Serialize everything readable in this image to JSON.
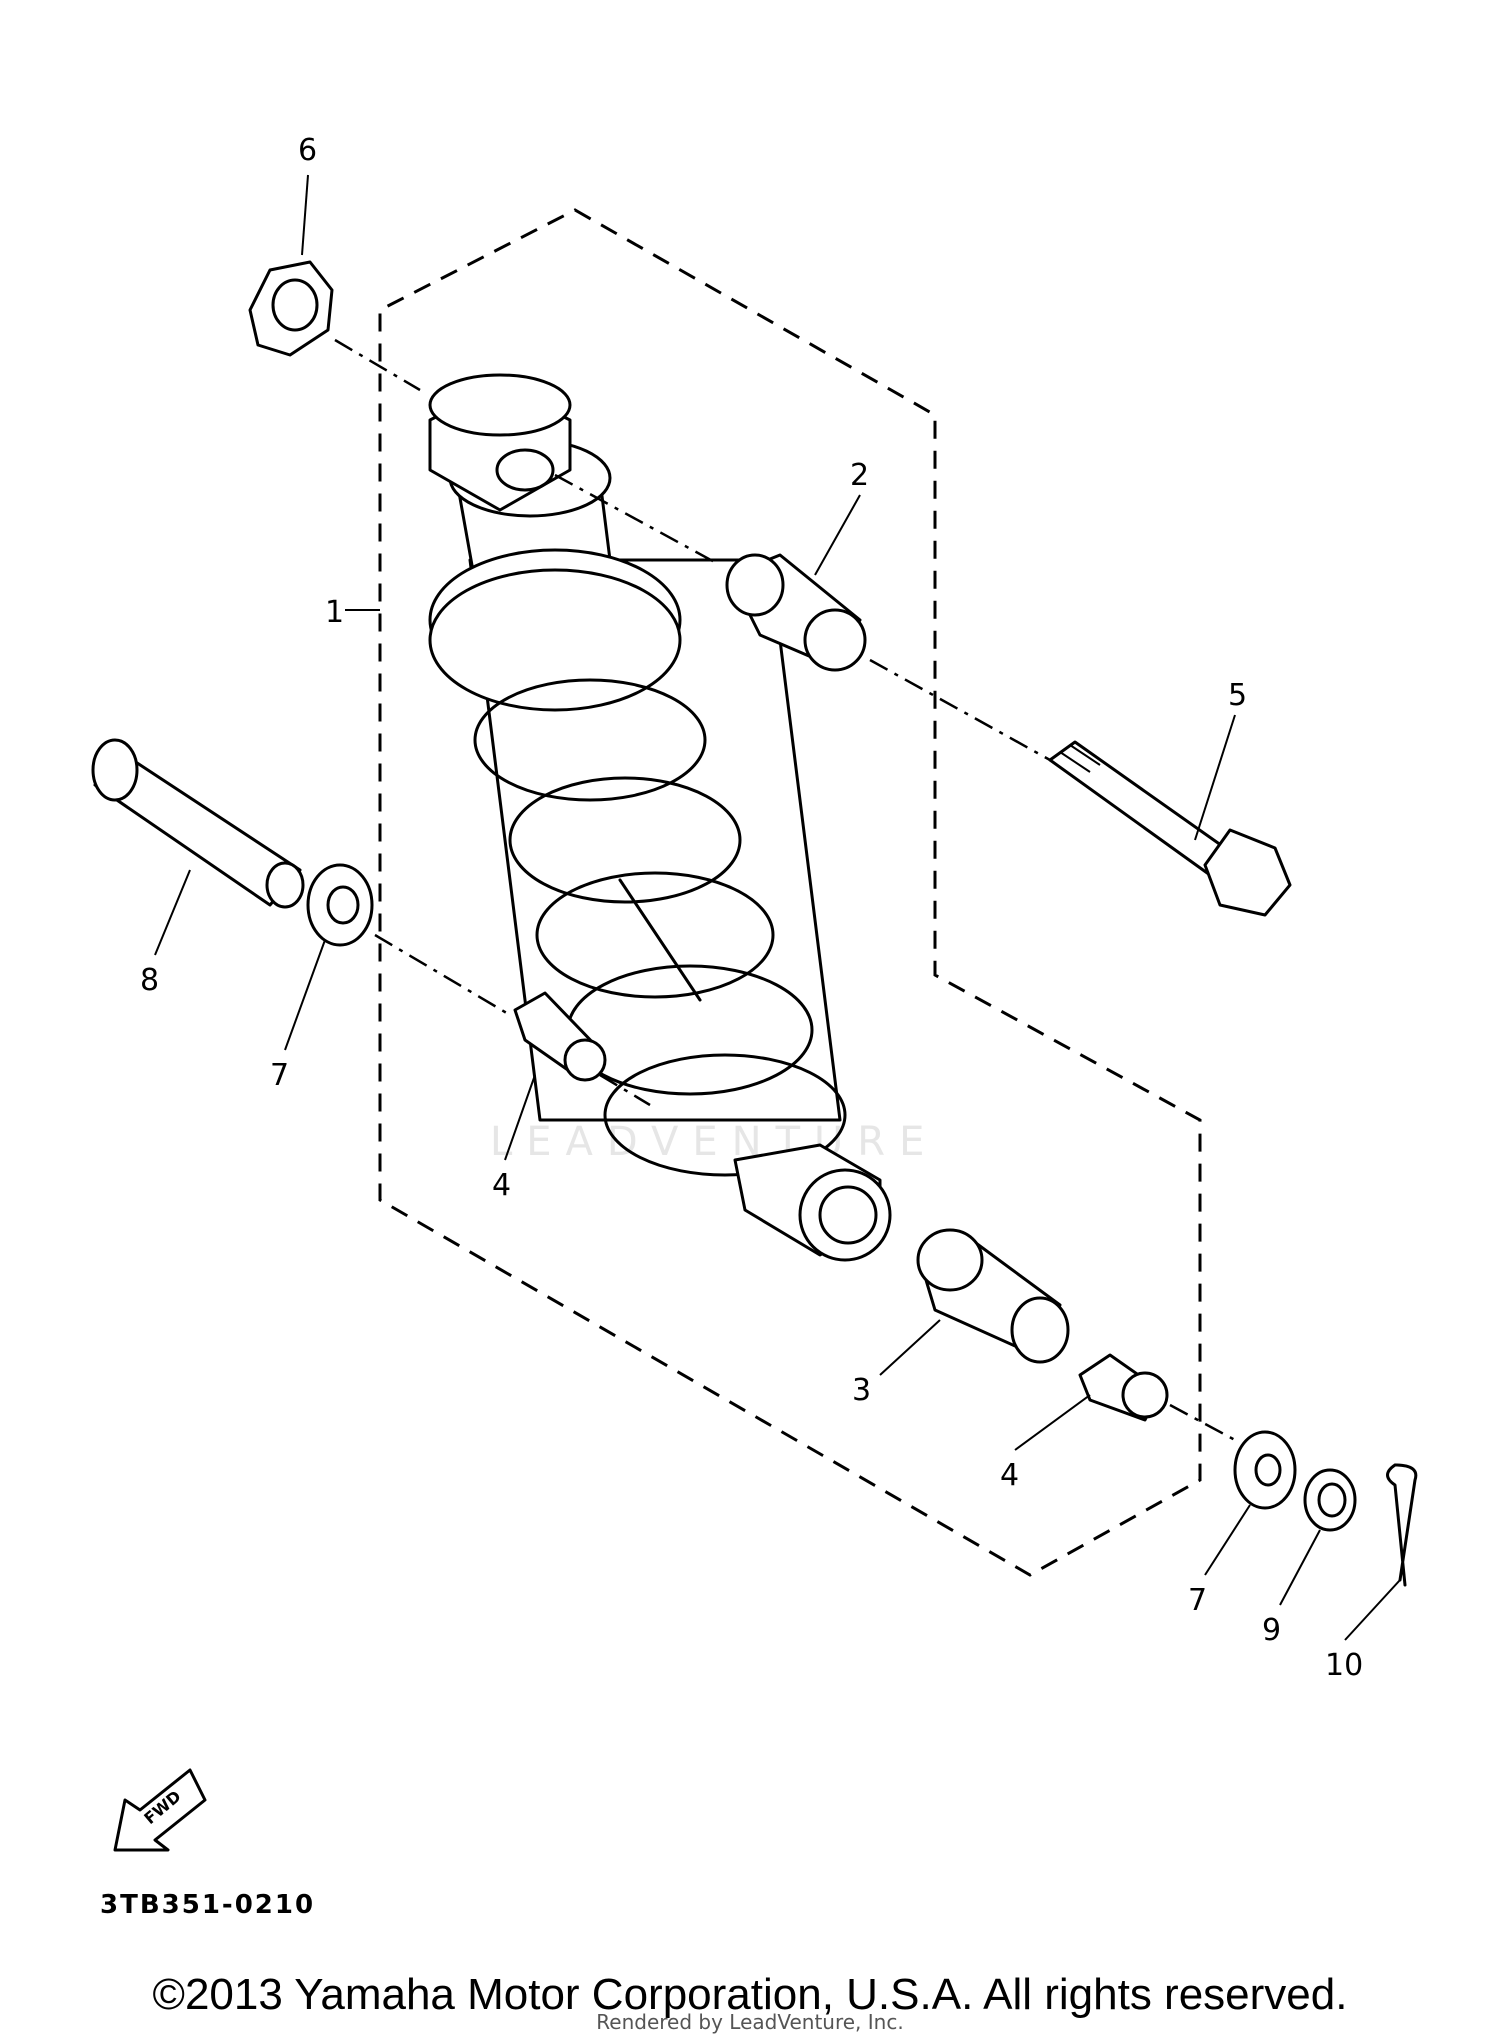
{
  "callouts": {
    "c1": "1",
    "c2": "2",
    "c3": "3",
    "c4a": "4",
    "c4b": "4",
    "c5": "5",
    "c6": "6",
    "c7a": "7",
    "c7b": "7",
    "c8": "8",
    "c9": "9",
    "c10": "10"
  },
  "fwd_label": "FWD",
  "diagram_code": "3TB351-0210",
  "watermark": "LEADVENTURE",
  "copyright": "©2013 Yamaha Motor Corporation, U.S.A. All rights reserved.",
  "rendered_by": "Rendered by LeadVenture, Inc."
}
